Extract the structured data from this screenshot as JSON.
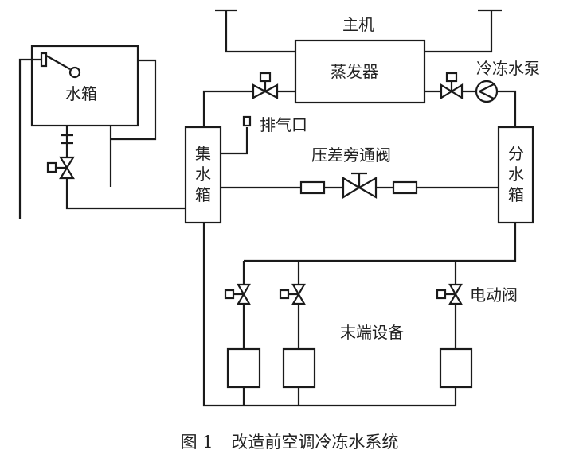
{
  "diagram": {
    "labels": {
      "host": "主机",
      "evaporator": "蒸发器",
      "chilled_water_pump": "冷冻水泵",
      "water_tank": "水箱",
      "exhaust_port": "排气口",
      "collector": "集水箱",
      "distributor": "分水箱",
      "bypass_valve": "压差旁通阀",
      "electric_valve": "电动阀",
      "terminal_equipment": "末端设备"
    },
    "caption": {
      "figure_number": "图 1",
      "title": "改造前空调冷冻水系统"
    },
    "colors": {
      "line": "#1a1a1a",
      "background": "#ffffff"
    }
  }
}
